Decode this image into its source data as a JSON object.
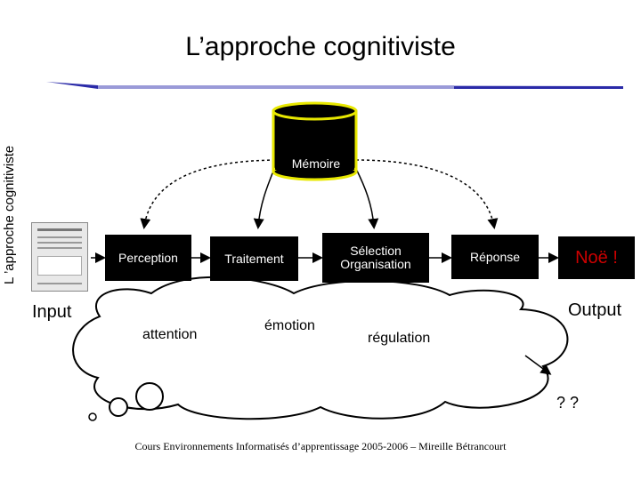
{
  "title": "L’approche cognitiviste",
  "side_title": "L ’approche cognitiviste",
  "nodes": {
    "memoire": "Mémoire",
    "perception": "Perception",
    "traitement": "Traitement",
    "selection": "Sélection\nOrganisation",
    "reponse": "Réponse"
  },
  "labels": {
    "input": "Input",
    "output": "Output",
    "noe": "Noë !",
    "attention": "attention",
    "emotion": "émotion",
    "regulation": "régulation",
    "question": "? ?"
  },
  "footer": "Cours Environnements Informatisés d’apprentissage 2005-2006 – Mireille Bétrancourt",
  "colors": {
    "title_bar": "#2a2aa8",
    "cylinder_border": "#e8e800",
    "noe": "#cc0000"
  }
}
